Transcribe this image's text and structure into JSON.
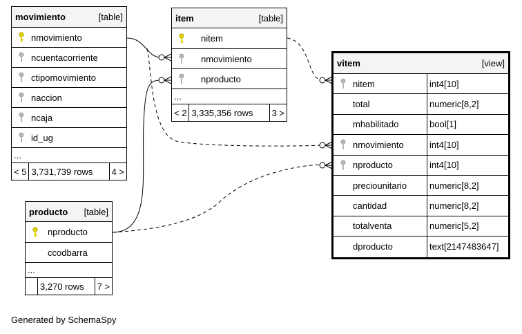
{
  "tables": {
    "movimiento": {
      "name": "movimiento",
      "kind": "[table]",
      "columns": [
        "nmovimiento",
        "ncuentacorriente",
        "ctipomovimiento",
        "naccion",
        "ncaja",
        "id_ug"
      ],
      "ellipsis": "...",
      "footer": {
        "parents": "< 5",
        "rows": "3,731,739 rows",
        "children": "4 >"
      }
    },
    "item": {
      "name": "item",
      "kind": "[table]",
      "columns": [
        "nitem",
        "nmovimiento",
        "nproducto"
      ],
      "ellipsis": "...",
      "footer": {
        "parents": "< 2",
        "rows": "3,335,356 rows",
        "children": "3 >"
      }
    },
    "producto": {
      "name": "producto",
      "kind": "[table]",
      "columns": [
        "nproducto",
        "ccodbarra"
      ],
      "ellipsis": "...",
      "footer": {
        "parents": "",
        "rows": "3,270 rows",
        "children": "7 >"
      }
    },
    "vitem": {
      "name": "vitem",
      "kind": "[view]",
      "columns": [
        {
          "name": "nitem",
          "type": "int4[10]"
        },
        {
          "name": "total",
          "type": "numeric[8,2]"
        },
        {
          "name": "mhabilitado",
          "type": "bool[1]"
        },
        {
          "name": "nmovimiento",
          "type": "int4[10]"
        },
        {
          "name": "nproducto",
          "type": "int4[10]"
        },
        {
          "name": "preciounitario",
          "type": "numeric[8,2]"
        },
        {
          "name": "cantidad",
          "type": "numeric[8,2]"
        },
        {
          "name": "totalventa",
          "type": "numeric[5,2]"
        },
        {
          "name": "dproducto",
          "type": "text[2147483647]"
        }
      ]
    }
  },
  "generated_by": "Generated by SchemaSpy",
  "colors": {
    "primary_key": "#e0d000",
    "foreign_key": "#a8a8a8",
    "header_bg": "#f4f4f4"
  }
}
